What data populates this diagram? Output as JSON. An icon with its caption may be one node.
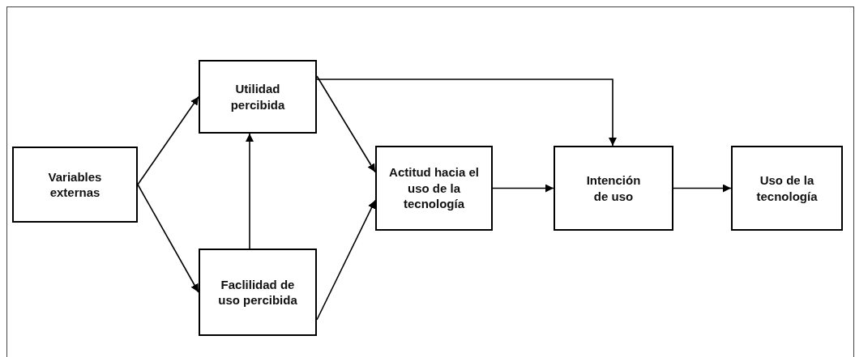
{
  "diagram": {
    "nodes": [
      {
        "text": [
          "Variables externas"
        ]
      },
      {
        "text": [
          "Utilidad percibida"
        ]
      },
      {
        "text": [
          "Faclilidad de uso percibida"
        ]
      },
      {
        "text": [
          "Actitud hacia el uso de la tecnología"
        ]
      },
      {
        "text": [
          "Intención de uso"
        ]
      },
      {
        "text": [
          "Uso de la tecnología"
        ]
      }
    ],
    "edges": [
      {
        "from": 0,
        "to": 1,
        "arrow": "to"
      },
      {
        "from": 0,
        "to": 2,
        "arrow": "to"
      },
      {
        "from": 2,
        "to": 1,
        "arrow": "to"
      },
      {
        "from": 1,
        "to": 3,
        "arrow": "to"
      },
      {
        "from": 2,
        "to": 3,
        "arrow": "to"
      },
      {
        "from": 1,
        "to": 4,
        "arrow": "to"
      },
      {
        "from": 3,
        "to": 4,
        "arrow": "to"
      },
      {
        "from": 4,
        "to": 5,
        "arrow": "to"
      }
    ]
  }
}
